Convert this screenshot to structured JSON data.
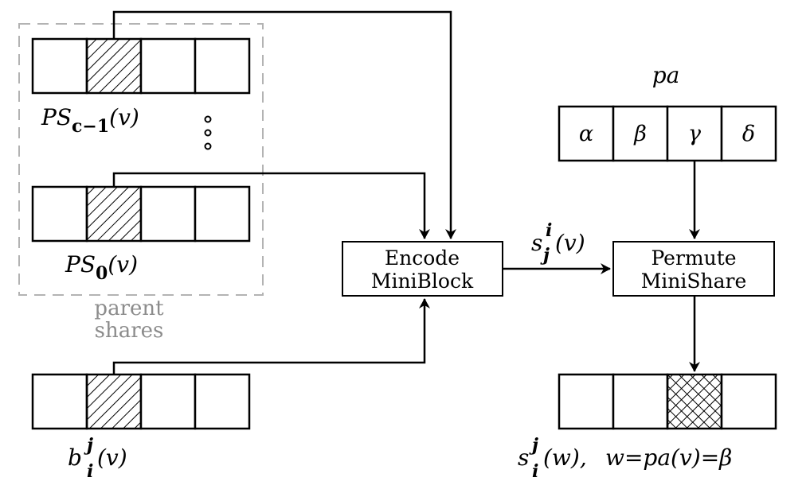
{
  "colors": {
    "stroke": "#000000",
    "dashed_group": "#b3b3b3",
    "group_label": "#8c8c8c",
    "background": "#ffffff"
  },
  "icons": {
    "hatched": "diagonal-hatch-cell",
    "crosshatched": "crosshatch-cell",
    "arrow": "arrowhead"
  },
  "arrays": {
    "ps_top": {
      "label_main": "PS",
      "label_sub": "c−1",
      "label_arg": "(v)"
    },
    "ps_zero": {
      "label_main": "PS",
      "label_sub": "0",
      "label_arg": "(v)"
    },
    "b": {
      "label_main": "b",
      "label_sup": "j",
      "label_sub": "i",
      "label_arg": "(v)"
    },
    "pa": {
      "title": "pa",
      "cells": [
        "α",
        "β",
        "γ",
        "δ"
      ]
    },
    "out": {
      "label_main": "s",
      "label_sup": "j",
      "label_sub": "i",
      "label_arg": "(w),",
      "label_eq": "w=pa(v)=β"
    }
  },
  "group": {
    "line1": "parent",
    "line2": "shares"
  },
  "ellipsis": "⋮",
  "blocks": {
    "encode": {
      "line1": "Encode",
      "line2": "MiniBlock"
    },
    "permute": {
      "line1": "Permute",
      "line2": "MiniShare"
    }
  },
  "edge": {
    "label_main": "s",
    "label_sup": "i",
    "label_sub": "j",
    "label_arg": "(v)"
  }
}
